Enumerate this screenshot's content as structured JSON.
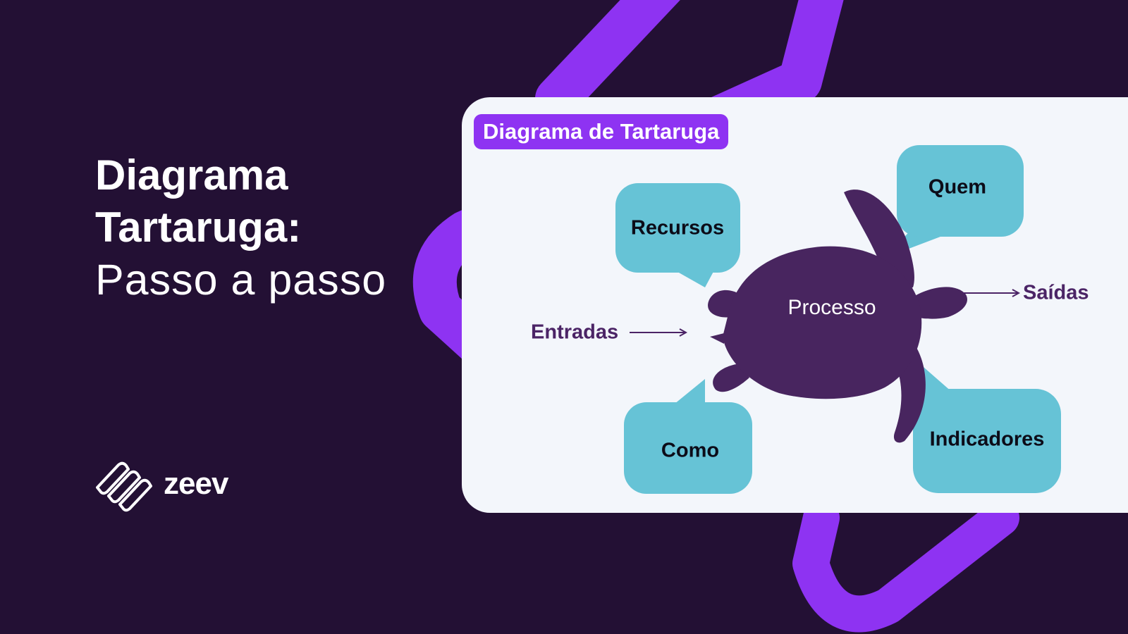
{
  "colors": {
    "background": "#231034",
    "accent_purple": "#8e33f2",
    "card": "#f3f6fb",
    "turtle": "#48255f",
    "bubble": "#66c3d6",
    "flow_text": "#4b2466"
  },
  "headline": {
    "line1": "Diagrama",
    "line2": "Tartaruga:",
    "line3": "Passo a passo"
  },
  "logo": {
    "icon": "zeev-zigzag-logo-icon",
    "wordmark": "zeev"
  },
  "diagram": {
    "title": "Diagrama de Tartaruga",
    "center": "Processo",
    "bubbles": {
      "recursos": "Recursos",
      "quem": "Quem",
      "como": "Como",
      "indicadores": "Indicadores"
    },
    "flows": {
      "input": "Entradas",
      "output": "Saídas"
    }
  }
}
